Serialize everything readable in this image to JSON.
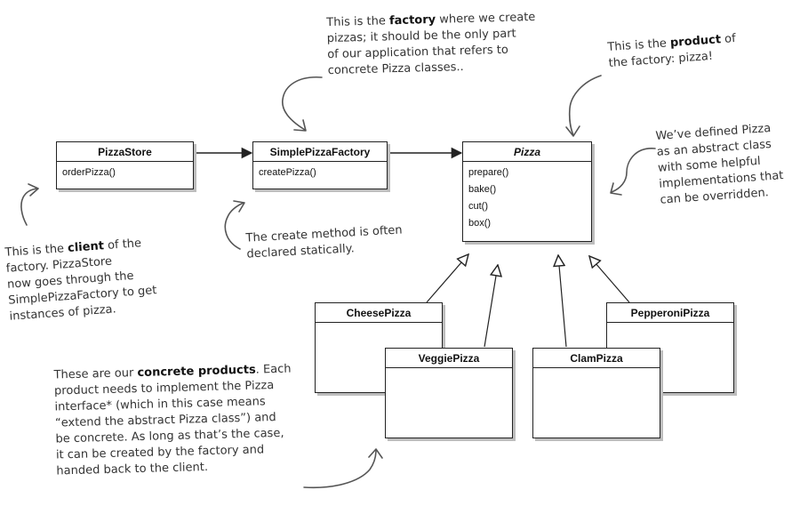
{
  "classes": {
    "pizzastore": {
      "name": "PizzaStore",
      "methods": [
        "orderPizza()"
      ]
    },
    "factory": {
      "name": "SimplePizzaFactory",
      "methods": [
        "createPizza()"
      ]
    },
    "pizza": {
      "name": "Pizza",
      "methods": [
        "prepare()",
        "bake()",
        "cut()",
        "box()"
      ]
    },
    "cheese": {
      "name": "CheesePizza"
    },
    "pepperoni": {
      "name": "PepperoniPizza"
    },
    "veggie": {
      "name": "VeggiePizza"
    },
    "clam": {
      "name": "ClamPizza"
    }
  },
  "notes": {
    "factory_note": [
      {
        "pre": "This is the ",
        "bold": "factory",
        "post": " where we create"
      },
      {
        "pre": "pizzas; it should be the only part"
      },
      {
        "pre": "of our application that refers to"
      },
      {
        "pre": "concrete Pizza classes.."
      }
    ],
    "product_note": [
      {
        "pre": "This is the ",
        "bold": "product",
        "post": " of"
      },
      {
        "pre": "the factory: pizza!"
      }
    ],
    "abstract_note": [
      {
        "pre": "We’ve defined Pizza"
      },
      {
        "pre": "as an abstract class"
      },
      {
        "pre": "with some helpful"
      },
      {
        "pre": "implementations that"
      },
      {
        "pre": "can be overridden."
      }
    ],
    "create_note": [
      {
        "pre": "The create method is often"
      },
      {
        "pre": "declared statically."
      }
    ],
    "client_note": [
      {
        "pre": "This is the ",
        "bold": "client",
        "post": " of the"
      },
      {
        "pre": "factory. PizzaStore"
      },
      {
        "pre": "now goes through the"
      },
      {
        "pre": "SimplePizzaFactory to get"
      },
      {
        "pre": "instances of pizza."
      }
    ],
    "concrete_note": [
      {
        "pre": "These are our ",
        "bold": "concrete products",
        "post": ".  Each"
      },
      {
        "pre": "product needs to implement the Pizza"
      },
      {
        "pre": "interface* (which in this case means"
      },
      {
        "pre": "“extend the abstract Pizza class”) and"
      },
      {
        "pre": "be concrete.  As long as that’s the case,"
      },
      {
        "pre": "it can be created by the factory and"
      },
      {
        "pre": "handed back to the client."
      }
    ]
  }
}
